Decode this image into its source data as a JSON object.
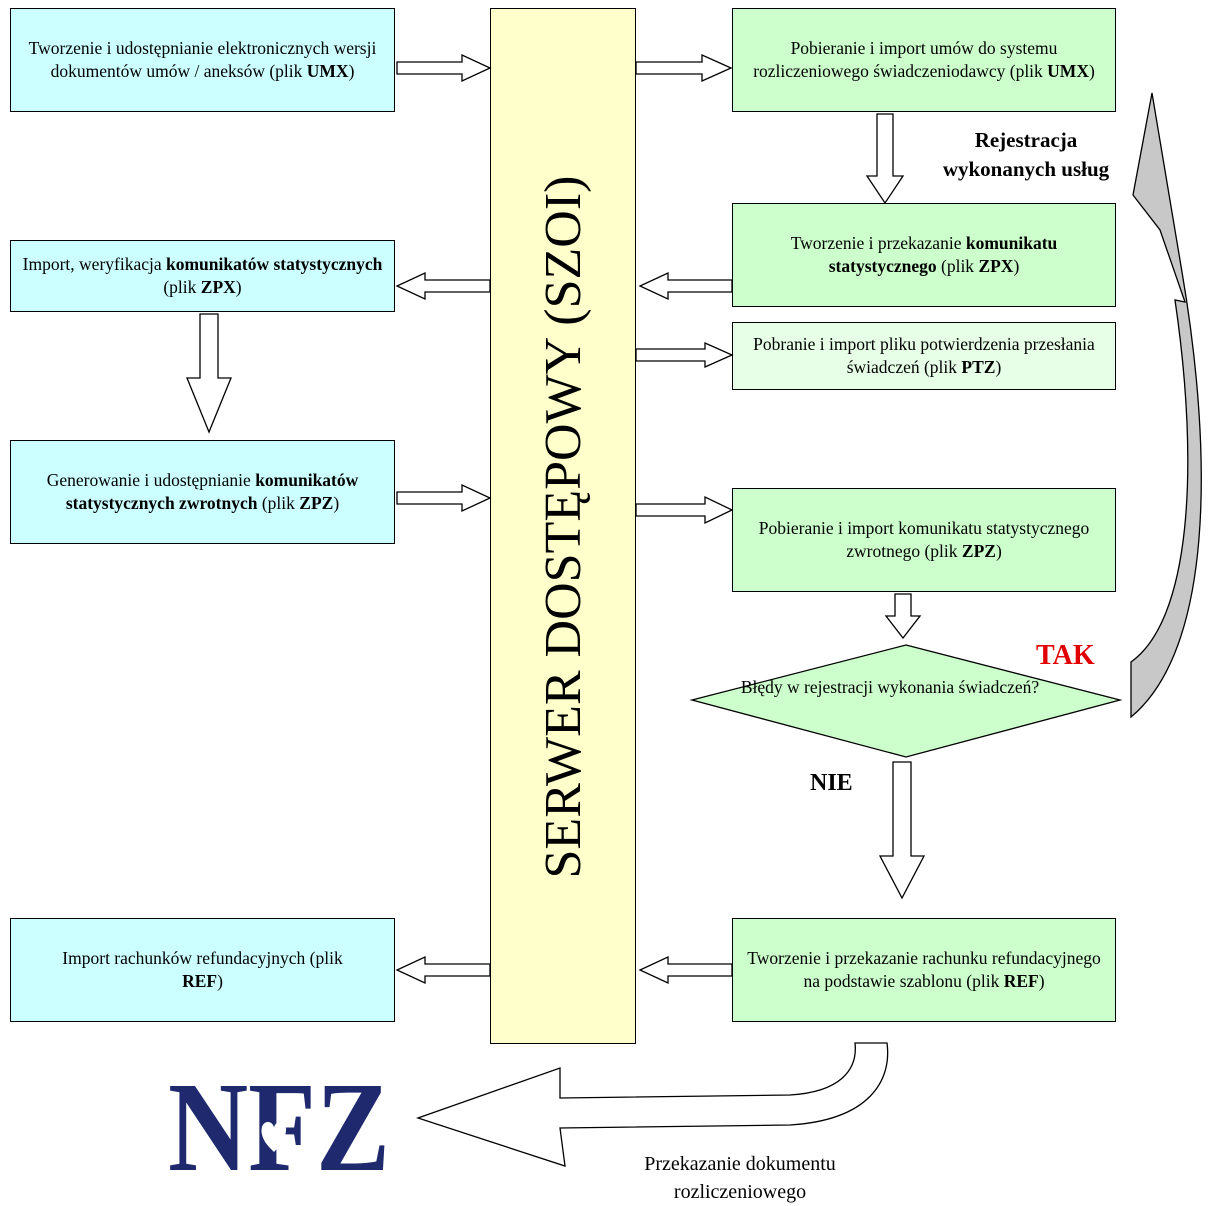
{
  "server": {
    "label": "SERWER DOSTĘPOWY (SZOI)"
  },
  "left": {
    "umx": {
      "pre": "Tworzenie i udostępnianie elektronicznych wersji dokumentów umów / aneksów (plik ",
      "bold": "UMX",
      "post": ")"
    },
    "zpx": {
      "pre": "Import, weryfikacja ",
      "bold1": "komunikatów statystycznych",
      "mid": " (plik ",
      "bold2": "ZPX",
      "post": ")"
    },
    "zpz": {
      "pre": "Generowanie i udostępnianie ",
      "bold1": "komunikatów statystycznych zwrotnych",
      "mid": " (plik ",
      "bold2": "ZPZ",
      "post": ")"
    },
    "ref": {
      "pre": "Import rachunków refundacyjnych (plik ",
      "bold": "REF",
      "post": ")"
    }
  },
  "right": {
    "umx": {
      "pre": "Pobieranie i import umów do systemu rozliczeniowego świadczeniodawcy (plik ",
      "bold": "UMX",
      "post": ")"
    },
    "zpx": {
      "pre": "Tworzenie i przekazanie ",
      "bold1": "komunikatu  statystycznego",
      "mid": " (plik ",
      "bold2": "ZPX",
      "post": ")"
    },
    "ptz": {
      "pre": "Pobranie i import pliku potwierdzenia przesłania świadczeń (plik ",
      "bold": "PTZ",
      "post": ")"
    },
    "zpz": {
      "pre": "Pobieranie i import komunikatu statystycznego zwrotnego (plik ",
      "bold": "ZPZ",
      "post": ")"
    },
    "ref": {
      "pre": "Tworzenie i przekazanie rachunku refundacyjnego na podstawie szablonu (plik ",
      "bold": "REF",
      "post": ")"
    }
  },
  "decision": {
    "text": "Błędy w rejestracji wykonania świadczeń?"
  },
  "labels": {
    "rejestracja_line1": "Rejestracja",
    "rejestracja_line2": "wykonanych usług",
    "tak": "TAK",
    "nie": "NIE"
  },
  "logo": {
    "text": "NFZ"
  },
  "caption": {
    "line1": "Przekazanie dokumentu",
    "line2": "rozliczeniowego"
  },
  "colors": {
    "left_box": "#ccffff",
    "right_box": "#ccffcc",
    "server": "#ffffcc",
    "tak": "#e00000",
    "logo": "#1f2a6e",
    "loop_arrow": "#c8c8c8"
  }
}
